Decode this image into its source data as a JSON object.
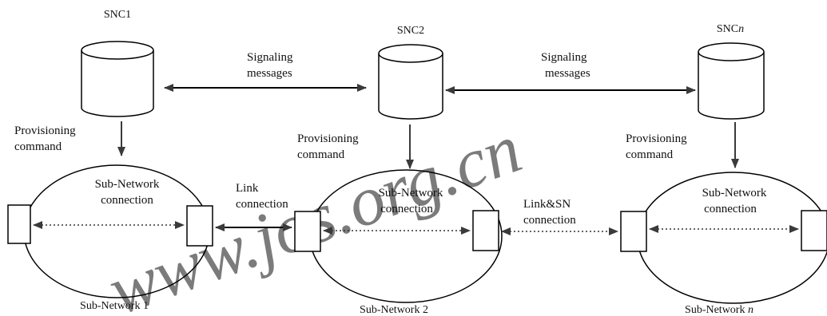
{
  "watermark": "www.jos.org.cn",
  "controllers": [
    {
      "label": "SNC1"
    },
    {
      "label": "SNC2"
    },
    {
      "label": "SNC",
      "label_suffix": "n"
    }
  ],
  "signaling": [
    {
      "line1": "Signaling",
      "line2": "messages"
    },
    {
      "line1": "Signaling",
      "line2": "messages"
    }
  ],
  "provisioning": [
    {
      "line1": "Provisioning",
      "line2": "command"
    },
    {
      "line1": "Provisioning",
      "line2": "command"
    },
    {
      "line1": "Provisioning",
      "line2": "command"
    }
  ],
  "subnetworks": [
    {
      "conn_line1": "Sub-Network",
      "conn_line2": "connection",
      "name": "Sub-Network 1",
      "name_suffix": ""
    },
    {
      "conn_line1": "Sub-Network",
      "conn_line2": "connection",
      "name": "Sub-Network 2",
      "name_suffix": ""
    },
    {
      "conn_line1": "Sub-Network",
      "conn_line2": "connection",
      "name": "Sub-Network ",
      "name_suffix": "n"
    }
  ],
  "links": [
    {
      "line1": "Link",
      "line2": "connection"
    },
    {
      "line1": "Link&SN",
      "line2": "connection"
    }
  ]
}
